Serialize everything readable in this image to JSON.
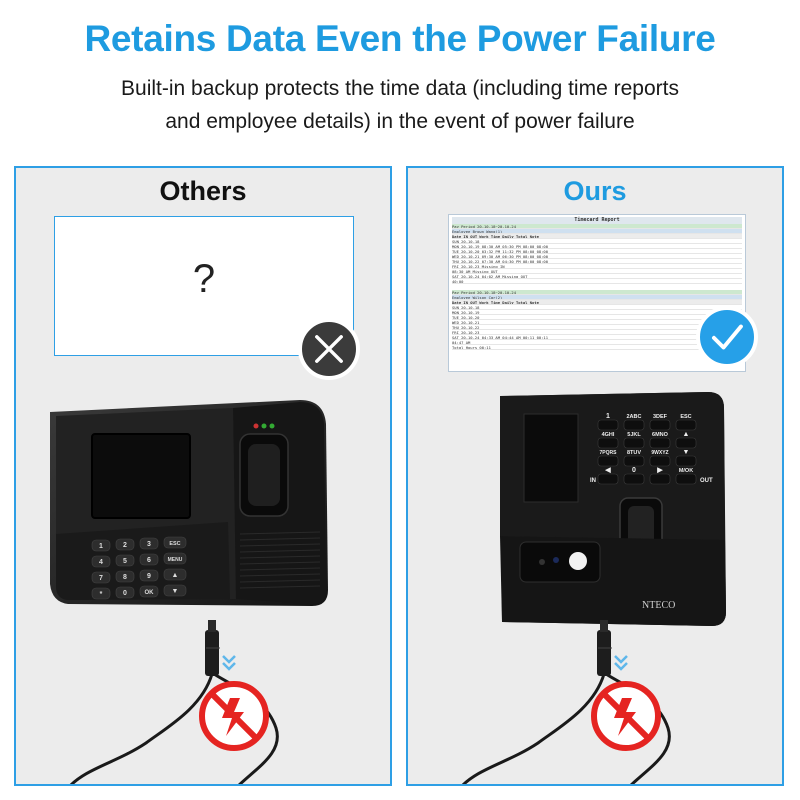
{
  "header": {
    "title": "Retains Data Even the Power Failure",
    "subtitle_line1": "Built-in backup protects the time data (including time reports",
    "subtitle_line2": "and employee details) in the event of power failure"
  },
  "left_panel": {
    "title": "Others",
    "placeholder": "?",
    "badge_icon": "cross-icon",
    "keypad": [
      "1",
      "2",
      "3",
      "ESC",
      "4",
      "5",
      "6",
      "MENU",
      "7",
      "8",
      "9",
      "▲",
      "*",
      "0",
      "OK",
      "▼"
    ]
  },
  "right_panel": {
    "title": "Ours",
    "badge_icon": "check-icon",
    "report": {
      "title": "Timecard Report",
      "rows_block1": [
        {
          "cls": "g",
          "text": "Pay Period              20-10-18~20-10-24"
        },
        {
          "cls": "b",
          "text": "Employee                Brown Wang(1)"
        },
        {
          "cls": "h",
          "text": "       Date     IN        OUT       Work Time   Daily Total   Note"
        },
        {
          "cls": "",
          "text": "SUN   20-10-18"
        },
        {
          "cls": "",
          "text": "MON   20-10-19   08:30 AM  05:30 PM   08:00        08:00"
        },
        {
          "cls": "",
          "text": "TUE   20-10-20   03:32 PM  11:32 PM   08:00        08:00"
        },
        {
          "cls": "",
          "text": "WED   20-10-21   09:30 AM  06:30 PM   08:00        08:00"
        },
        {
          "cls": "",
          "text": "THU   20-10-22   07:30 AM  04:30 PM   08:00        08:00"
        },
        {
          "cls": "",
          "text": "FRI   20-10-23                                                 Missing IN"
        },
        {
          "cls": "",
          "text": "                  08:30 AM                                       Missing OUT"
        },
        {
          "cls": "",
          "text": "SAT   20-10-24   04:02 AM                                        Missing OUT"
        },
        {
          "cls": "",
          "text": "                                                    40:00"
        }
      ],
      "rows_block2": [
        {
          "cls": "g",
          "text": "Pay Period              20-10-18~20-10-24"
        },
        {
          "cls": "b",
          "text": "Employee                Wilson Car(2)"
        },
        {
          "cls": "h",
          "text": "       Date     IN        OUT       Work Time   Daily Total   Note"
        },
        {
          "cls": "",
          "text": "SUN   20-10-18"
        },
        {
          "cls": "",
          "text": "MON   20-10-19"
        },
        {
          "cls": "",
          "text": "TUE   20-10-20"
        },
        {
          "cls": "",
          "text": "WED   20-10-21"
        },
        {
          "cls": "",
          "text": "THU   20-10-22"
        },
        {
          "cls": "",
          "text": "FRI   20-10-23"
        },
        {
          "cls": "",
          "text": "SAT   20-10-24   04:33 AM  04:44 AM   00:11        00:11"
        },
        {
          "cls": "",
          "text": "                  04:47 AM"
        },
        {
          "cls": "",
          "text": "Total Hours                                   00:11"
        }
      ]
    },
    "keypad": [
      "1",
      "2ABC",
      "3DEF",
      "ESC",
      "4GHI",
      "5JKL",
      "6MNO",
      "▲",
      "7PQRS",
      "8TUV",
      "9WXYZ",
      "▼",
      "◀",
      "0",
      "▶",
      "M/OK"
    ],
    "in_label": "IN",
    "out_label": "OUT",
    "brand": "NTECO"
  },
  "colors": {
    "accent_blue": "#1e9be0",
    "panel_bg": "#ececec",
    "no_power_red": "#e52421"
  }
}
